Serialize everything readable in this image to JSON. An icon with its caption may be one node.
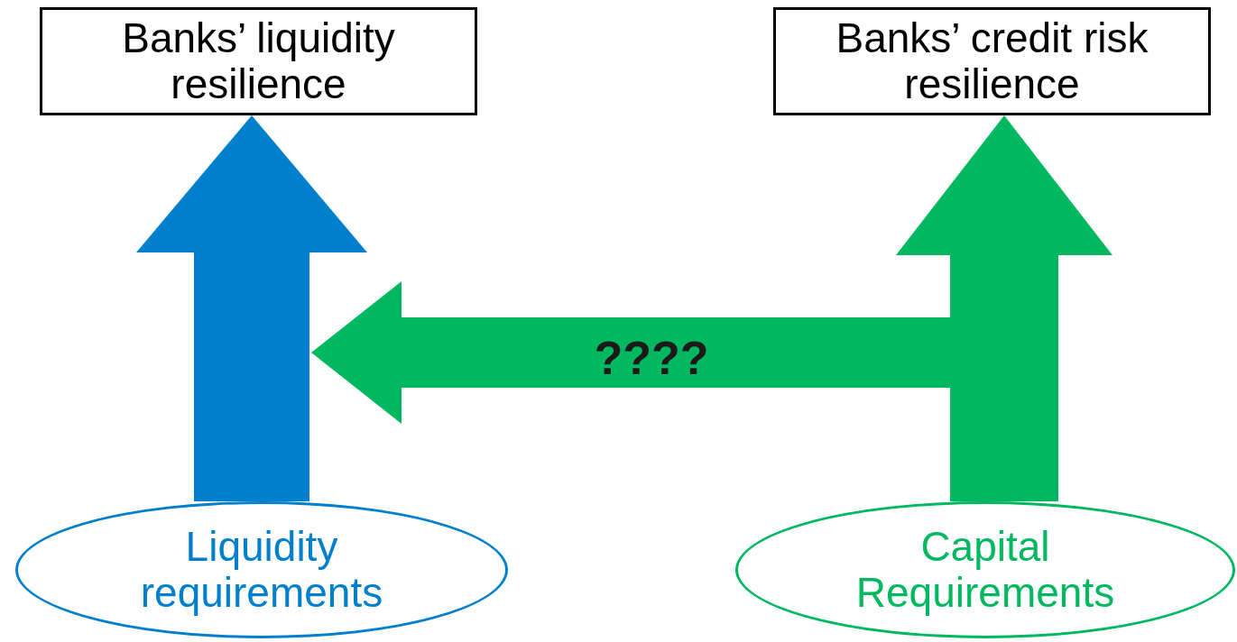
{
  "diagram": {
    "nodes": [
      {
        "text": [
          "Banks’ liquidity resilience"
        ]
      },
      {
        "text": [
          "Banks’ credit risk resilience"
        ]
      },
      {
        "text": [
          "Liquidity requirements"
        ]
      },
      {
        "text": [
          "Capital Requirements"
        ]
      }
    ],
    "edges": [
      {
        "from": 2,
        "to": 0,
        "arrow": "to",
        "color": "#0080cc"
      },
      {
        "from": 3,
        "to": 1,
        "arrow": "to",
        "color": "#00b85f"
      },
      {
        "from": 3,
        "to": 2,
        "arrow": "to",
        "color": "#00b85f",
        "label": "????"
      }
    ]
  }
}
